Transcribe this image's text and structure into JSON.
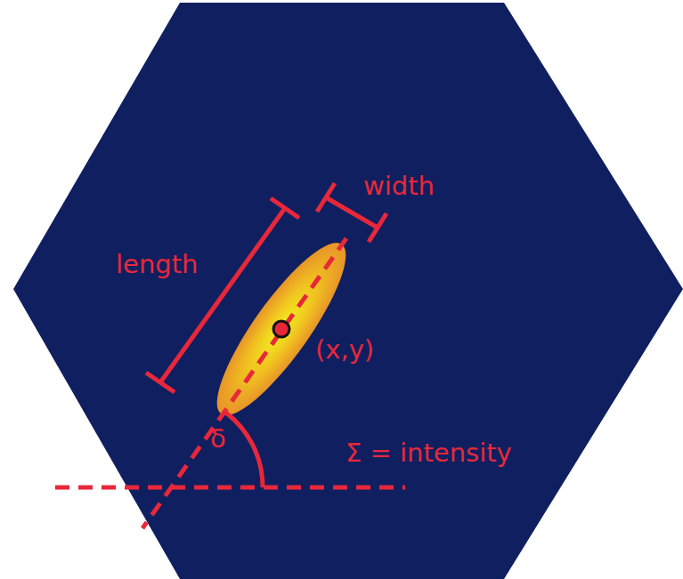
{
  "diagram": {
    "labels": [
      "width",
      "length",
      "(x,y)",
      "δ",
      "Σ = intensity"
    ]
  }
}
